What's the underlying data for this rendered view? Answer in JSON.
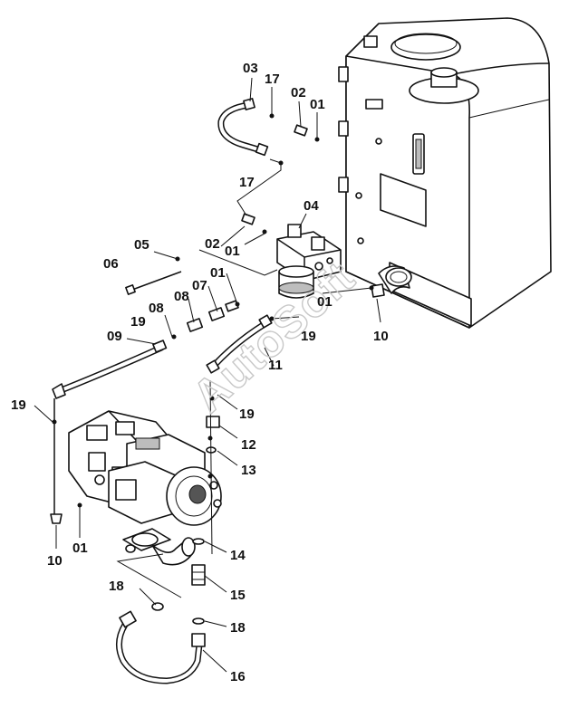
{
  "watermark": "AutoSoft",
  "callouts": [
    {
      "id": "c03a",
      "text": "03"
    },
    {
      "id": "c17a",
      "text": "17"
    },
    {
      "id": "c02a",
      "text": "02"
    },
    {
      "id": "c01a",
      "text": "01"
    },
    {
      "id": "c17b",
      "text": "17"
    },
    {
      "id": "c04",
      "text": "04"
    },
    {
      "id": "c05",
      "text": "05"
    },
    {
      "id": "c02b",
      "text": "02"
    },
    {
      "id": "c01b",
      "text": "01"
    },
    {
      "id": "c06",
      "text": "06"
    },
    {
      "id": "c01c",
      "text": "01"
    },
    {
      "id": "c07",
      "text": "07"
    },
    {
      "id": "c08a",
      "text": "08"
    },
    {
      "id": "c08b",
      "text": "08"
    },
    {
      "id": "c01d",
      "text": "01"
    },
    {
      "id": "c19a",
      "text": "19"
    },
    {
      "id": "c19b",
      "text": "19"
    },
    {
      "id": "c10a",
      "text": "10"
    },
    {
      "id": "c09",
      "text": "09"
    },
    {
      "id": "c11",
      "text": "11"
    },
    {
      "id": "c19c",
      "text": "19"
    },
    {
      "id": "c19d",
      "text": "19"
    },
    {
      "id": "c12",
      "text": "12"
    },
    {
      "id": "c13",
      "text": "13"
    },
    {
      "id": "c10b",
      "text": "10"
    },
    {
      "id": "c01e",
      "text": "01"
    },
    {
      "id": "c14",
      "text": "14"
    },
    {
      "id": "c18a",
      "text": "18"
    },
    {
      "id": "c15",
      "text": "15"
    },
    {
      "id": "c18b",
      "text": "18"
    },
    {
      "id": "c16",
      "text": "16"
    }
  ]
}
